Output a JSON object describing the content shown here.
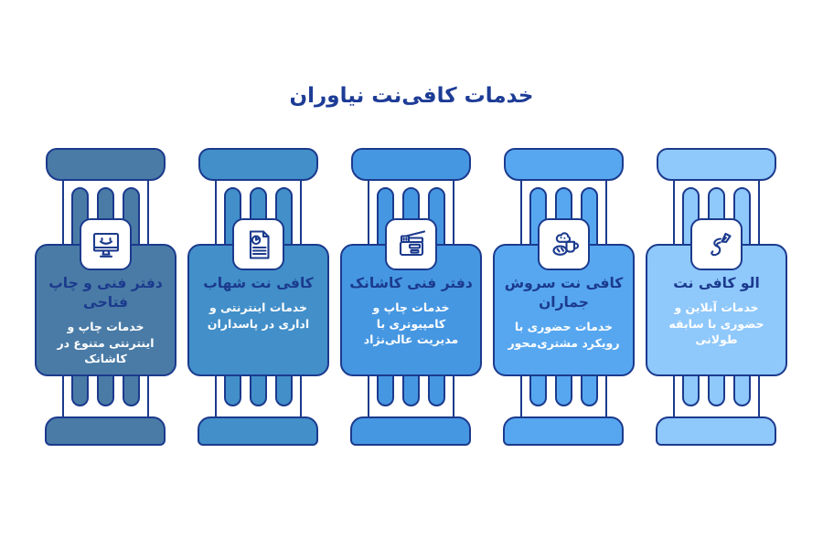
{
  "title": "خدمات کافی‌نت نیاوران",
  "palette": {
    "background": "#ffffff",
    "outline": "#1b3a8d",
    "page_title_text": "#1d3c96",
    "card_title_text": "#1b3a8d",
    "card_description_text": "#ffffff",
    "column_fills": [
      "#4a7ba6",
      "#428fc9",
      "#4697e2",
      "#57a7f0",
      "#8fc8fb"
    ]
  },
  "columns": [
    {
      "title": "دفتر فنی و چاپ فتاحی",
      "description": "خدمات چاپ و اینترنتی متنوع در کاشانک",
      "icon": "monitor-smile-icon",
      "fill": "#4a7ba6"
    },
    {
      "title": "کافی نت شهاب",
      "description": "خدمات اینترنتی و اداری در پاسداران",
      "icon": "report-document-icon",
      "fill": "#428fc9"
    },
    {
      "title": "دفتر فنی کاشانک",
      "description": "خدمات چاپ و کامپیوتری با مدیریت عالی‌نژاد",
      "icon": "photocopier-icon",
      "fill": "#4697e2"
    },
    {
      "title": "کافی نت سروش جماران",
      "description": "خدمات حضوری با رویکرد مشتری‌محور",
      "icon": "bread-mug-icon",
      "fill": "#57a7f0"
    },
    {
      "title": "الو کافی نت",
      "description": "خدمات آنلاین و حضوری با سابقه طولانی",
      "icon": "quill-scroll-icon",
      "fill": "#8fc8fb"
    }
  ]
}
